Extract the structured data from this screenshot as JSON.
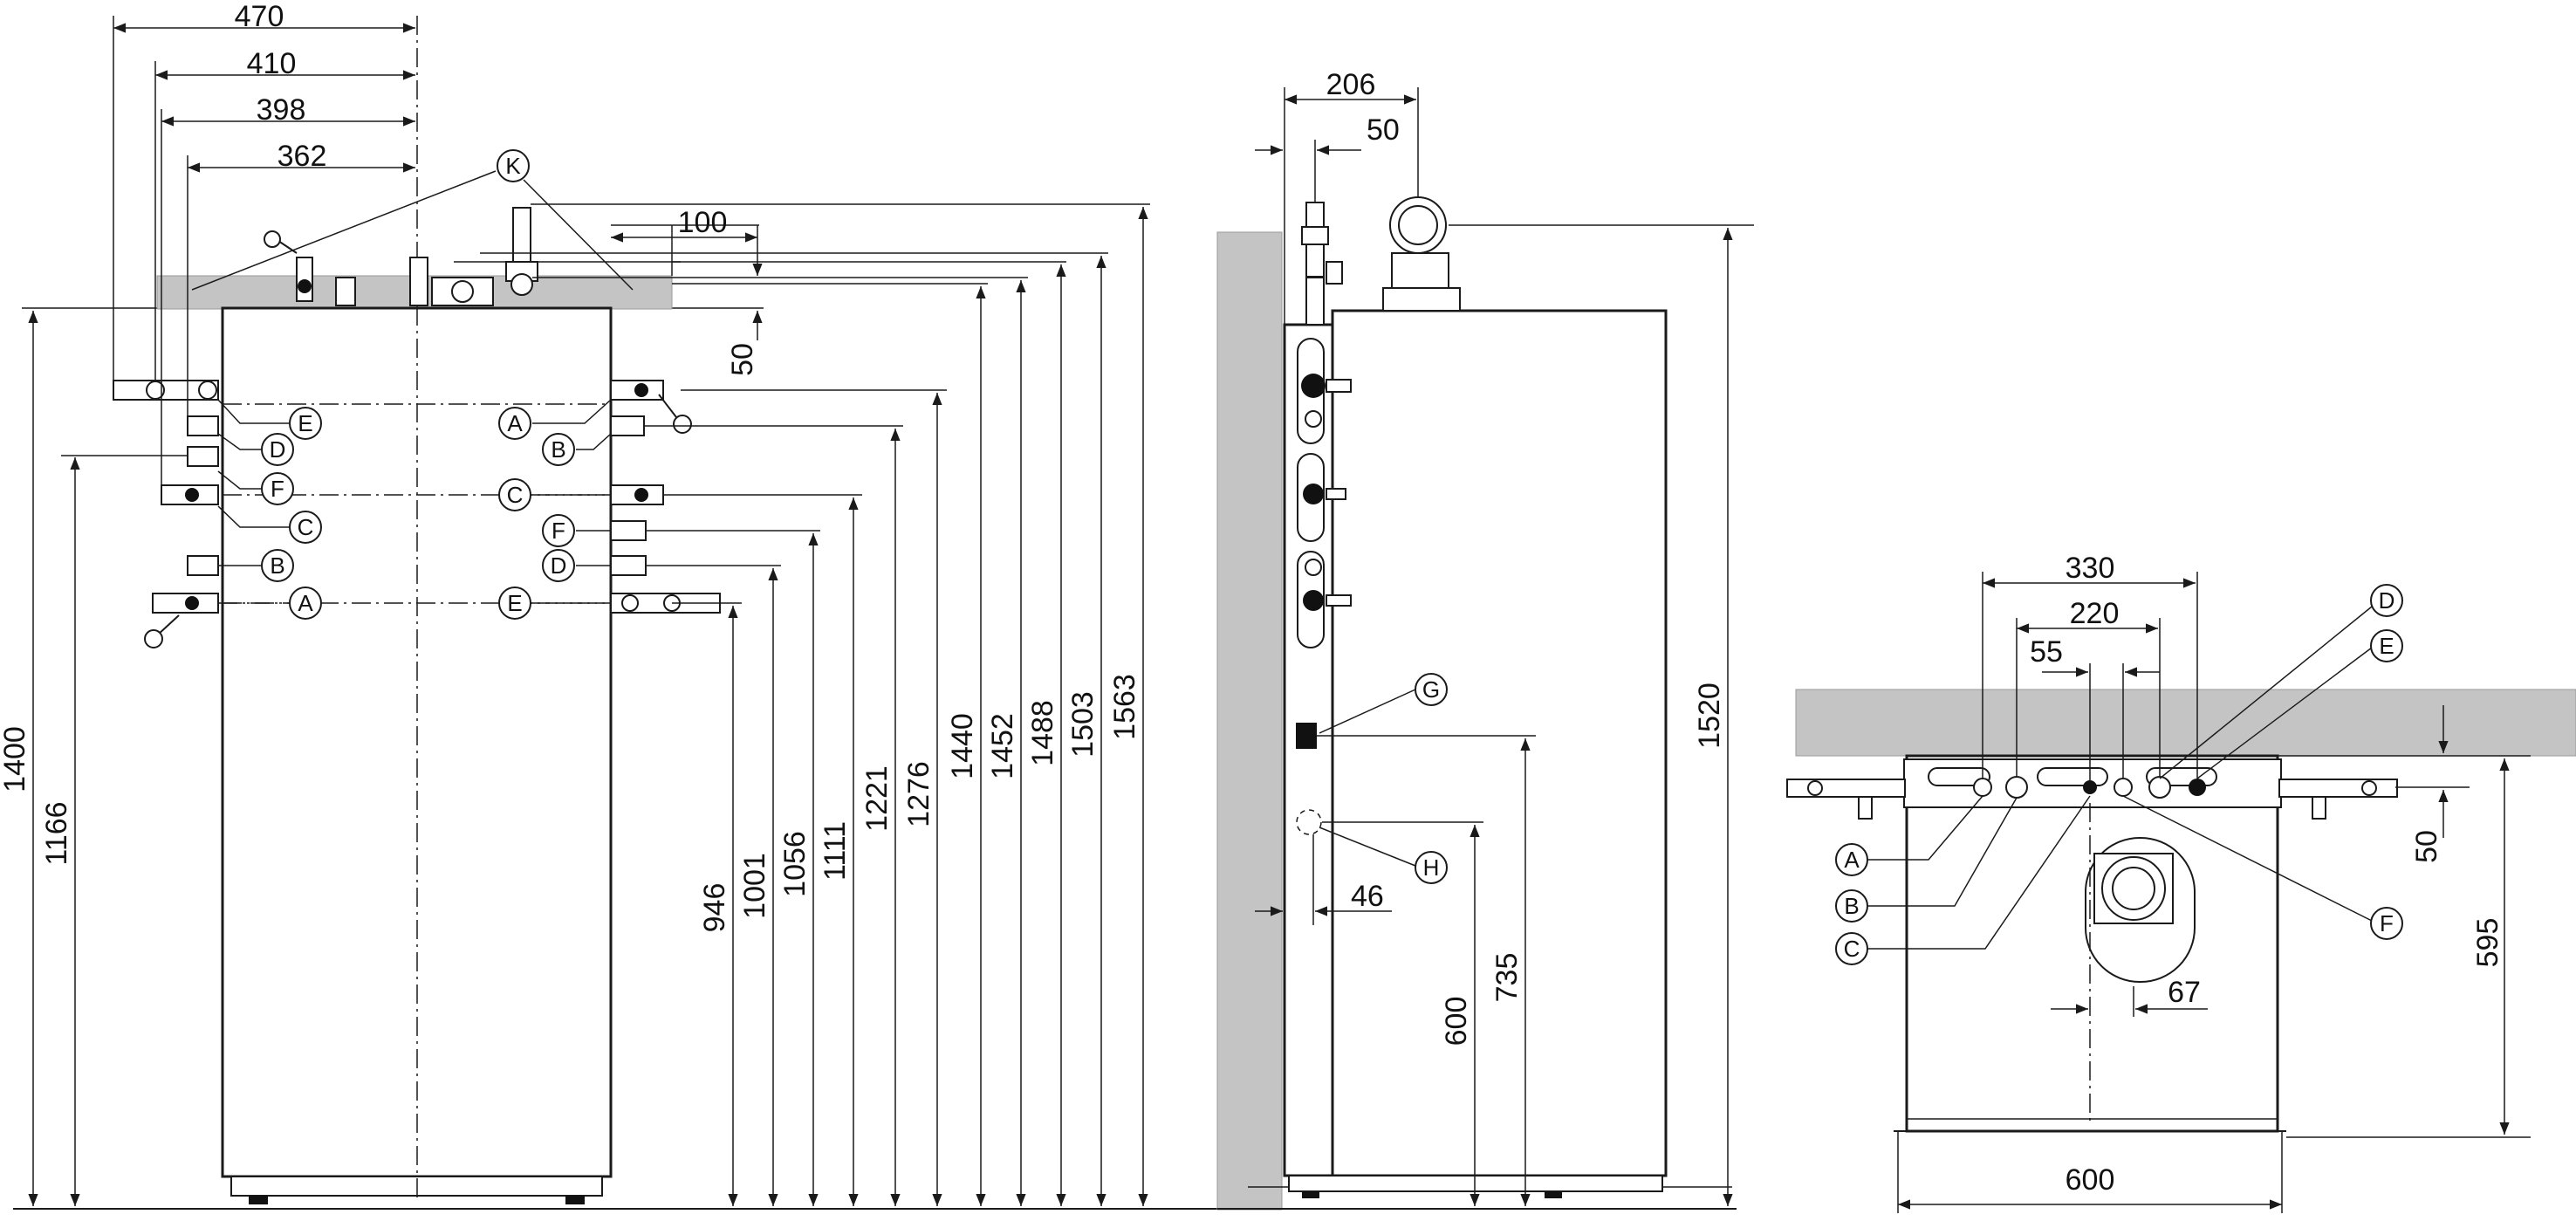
{
  "front": {
    "top_dims": [
      "470",
      "410",
      "398",
      "362"
    ],
    "dim_100": "100",
    "dim_50": "50",
    "left_heights": [
      "1400",
      "1166"
    ],
    "right_heights": [
      "946",
      "1001",
      "1056",
      "1111",
      "1221",
      "1276",
      "1440",
      "1452",
      "1488",
      "1503",
      "1563"
    ],
    "label_k": "K",
    "left_labels": [
      "E",
      "D",
      "F",
      "C",
      "B",
      "A"
    ],
    "right_labels": [
      "A",
      "B",
      "C",
      "F",
      "D",
      "E"
    ]
  },
  "side": {
    "dim_206": "206",
    "dim_50": "50",
    "dim_46": "46",
    "dim_600": "600",
    "dim_735": "735",
    "dim_1520": "1520",
    "label_g": "G",
    "label_h": "H"
  },
  "top": {
    "dim_330": "330",
    "dim_220": "220",
    "dim_55": "55",
    "dim_50": "50",
    "dim_595": "595",
    "dim_67": "67",
    "dim_600": "600",
    "left_labels": [
      "A",
      "B",
      "C"
    ],
    "right_labels": [
      "D",
      "E",
      "F"
    ]
  },
  "colors": {
    "wall": "#c4c4c4",
    "line": "#1a1a1a"
  }
}
